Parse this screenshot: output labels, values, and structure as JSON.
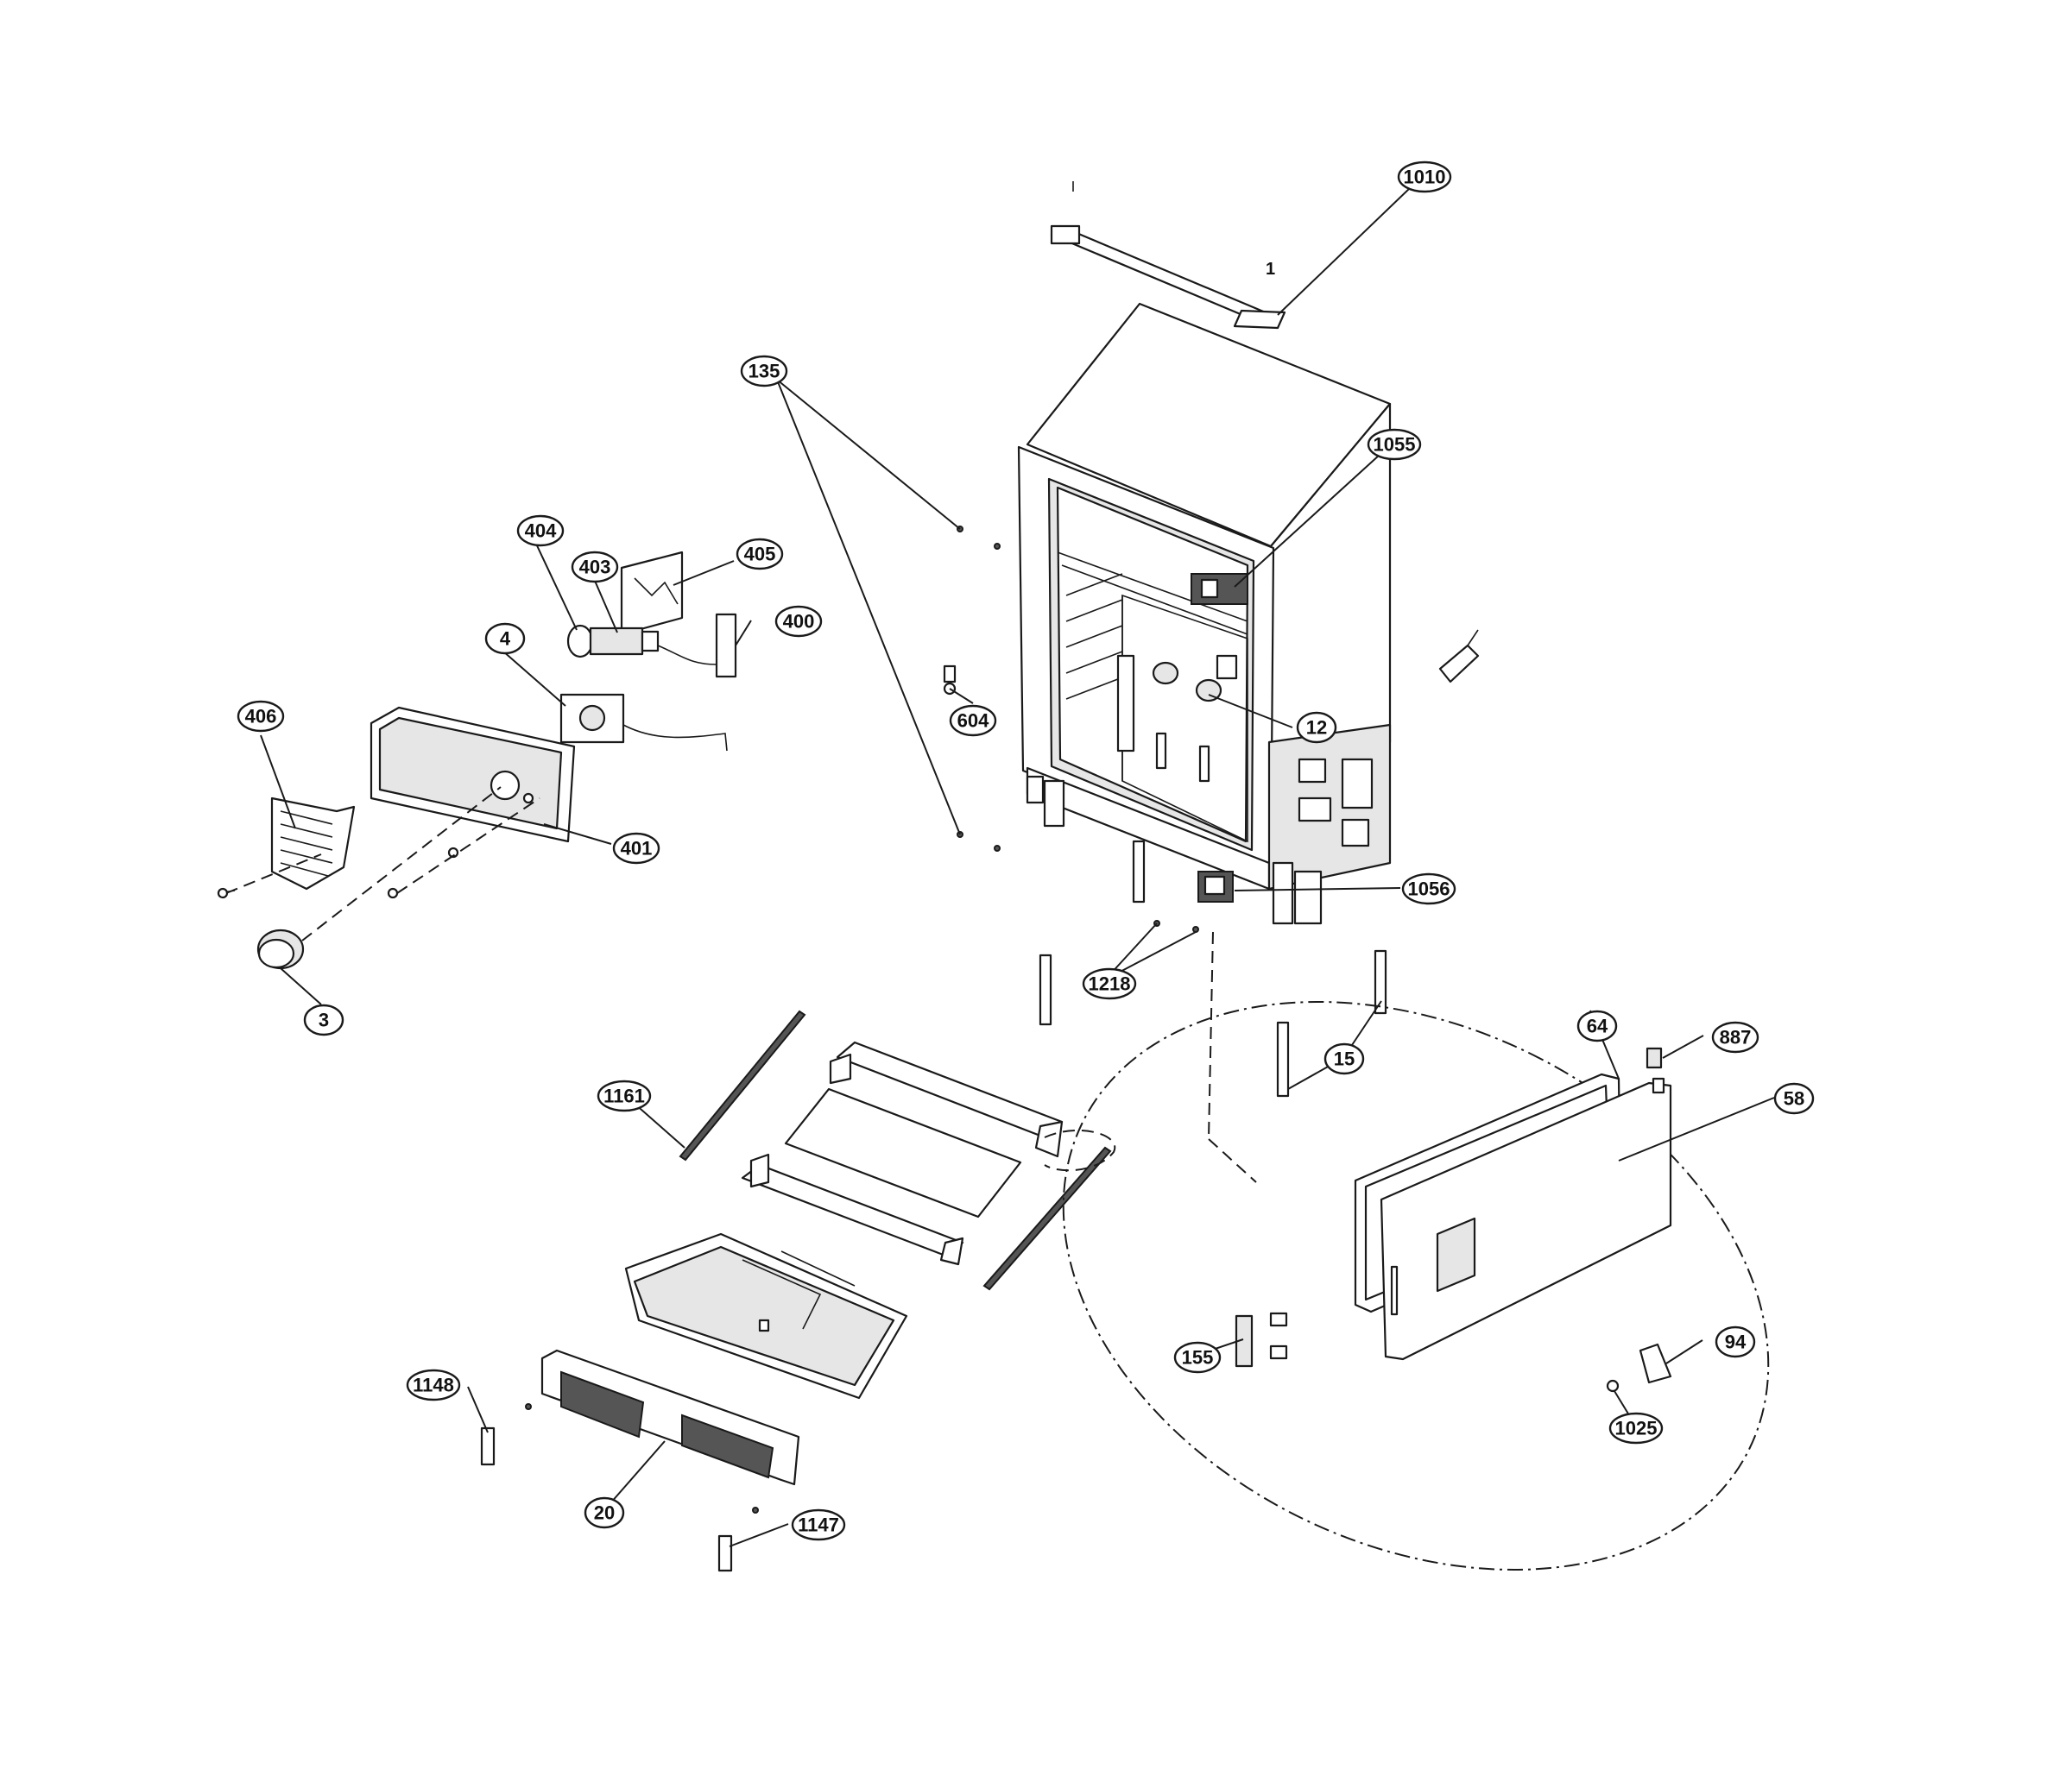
{
  "callouts": [
    {
      "id": "1010",
      "label": "1010"
    },
    {
      "id": "1055",
      "label": "1055"
    },
    {
      "id": "135",
      "label": "135"
    },
    {
      "id": "404",
      "label": "404"
    },
    {
      "id": "403",
      "label": "403"
    },
    {
      "id": "405",
      "label": "405"
    },
    {
      "id": "400",
      "label": "400"
    },
    {
      "id": "4",
      "label": "4"
    },
    {
      "id": "406",
      "label": "406"
    },
    {
      "id": "401",
      "label": "401"
    },
    {
      "id": "604",
      "label": "604"
    },
    {
      "id": "12",
      "label": "12"
    },
    {
      "id": "1056",
      "label": "1056"
    },
    {
      "id": "1218",
      "label": "1218"
    },
    {
      "id": "3",
      "label": "3"
    },
    {
      "id": "15",
      "label": "15"
    },
    {
      "id": "64",
      "label": "64"
    },
    {
      "id": "887",
      "label": "887"
    },
    {
      "id": "58",
      "label": "58"
    },
    {
      "id": "1161",
      "label": "1161"
    },
    {
      "id": "155",
      "label": "155"
    },
    {
      "id": "94",
      "label": "94"
    },
    {
      "id": "1025",
      "label": "1025"
    },
    {
      "id": "1148",
      "label": "1148"
    },
    {
      "id": "20",
      "label": "20"
    },
    {
      "id": "1147",
      "label": "1147"
    }
  ],
  "plain_labels": {
    "top_mark": "1"
  }
}
